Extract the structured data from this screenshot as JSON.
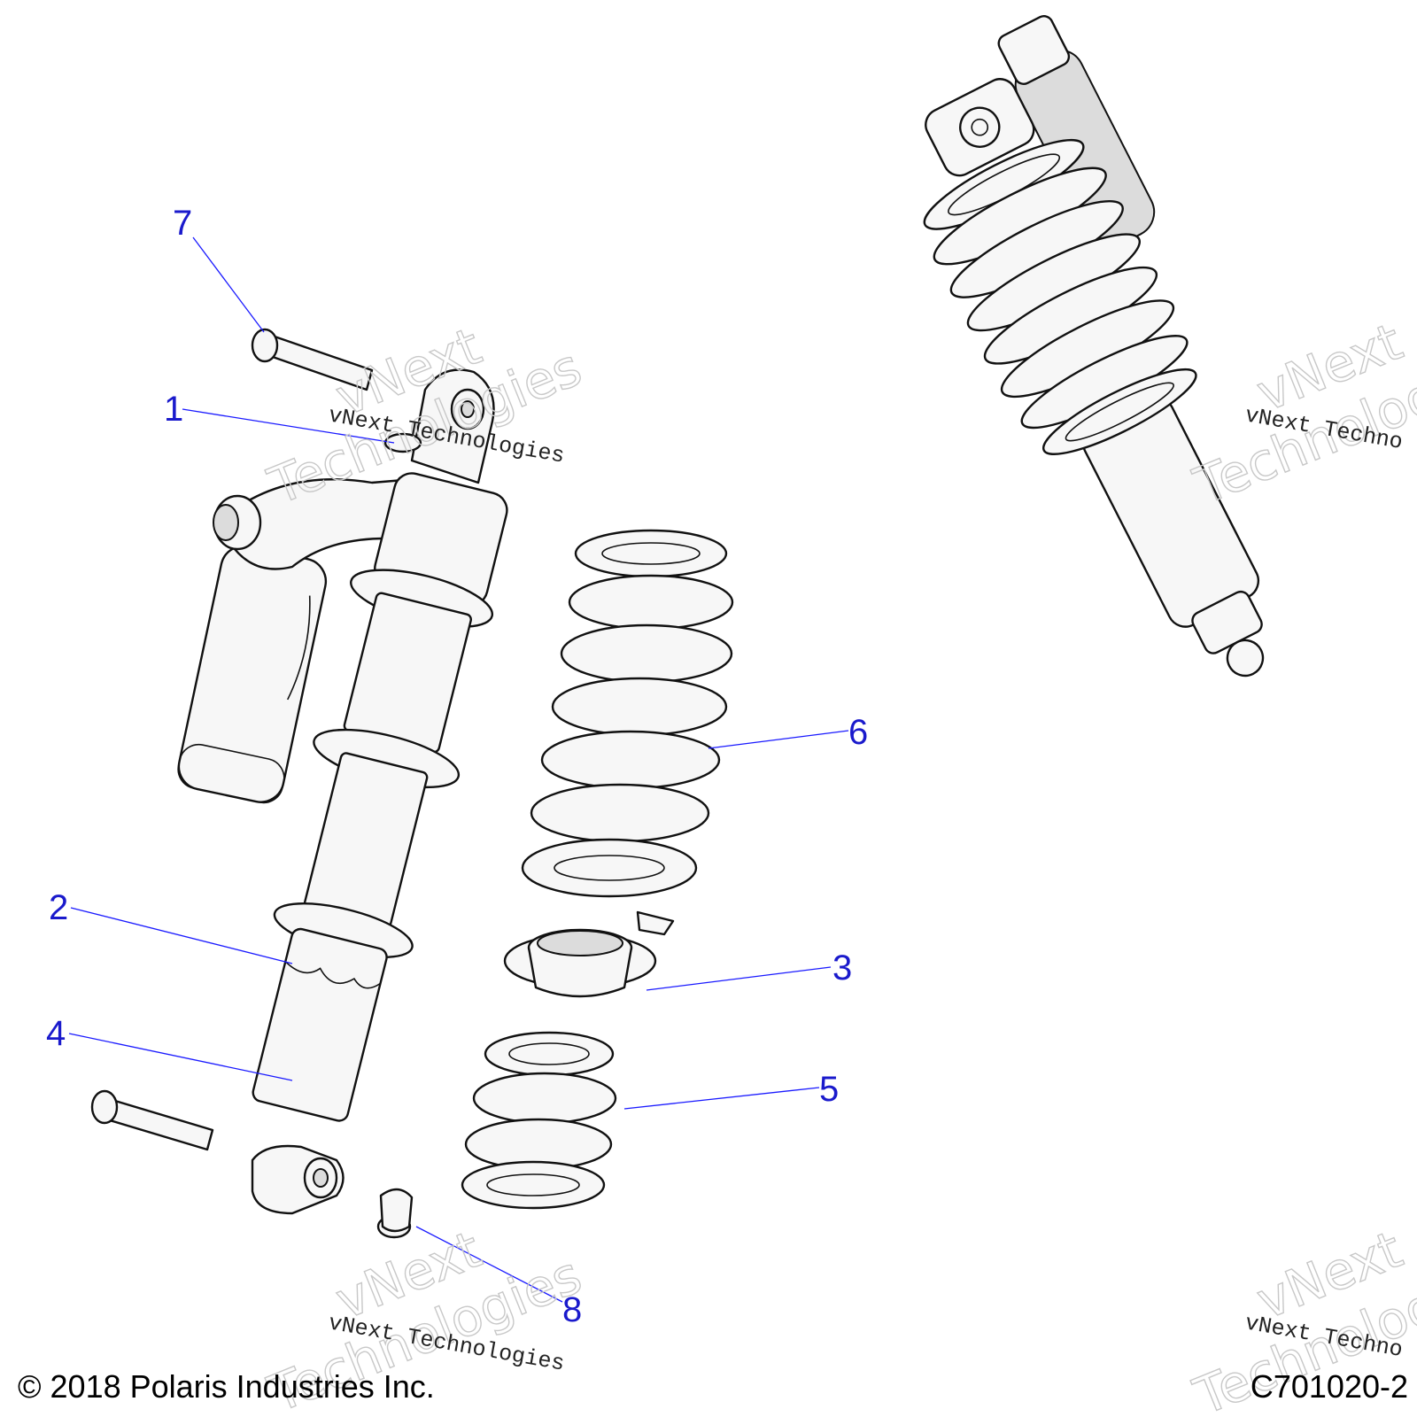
{
  "callouts": [
    {
      "id": "1",
      "label": "1"
    },
    {
      "id": "2",
      "label": "2"
    },
    {
      "id": "3",
      "label": "3"
    },
    {
      "id": "4",
      "label": "4"
    },
    {
      "id": "5",
      "label": "5"
    },
    {
      "id": "6",
      "label": "6"
    },
    {
      "id": "7",
      "label": "7"
    },
    {
      "id": "8",
      "label": "8"
    }
  ],
  "watermark": {
    "brand": "vNext",
    "suffix": "Technologies",
    "full": "vNext Technologies",
    "partial": "vNext Techno"
  },
  "footer": {
    "copyright": "© 2018 Polaris Industries Inc.",
    "diagram_code": "C701020-2"
  },
  "colors": {
    "callout": "#1a1acc",
    "leader": "#1a1aff",
    "line": "#111111"
  }
}
